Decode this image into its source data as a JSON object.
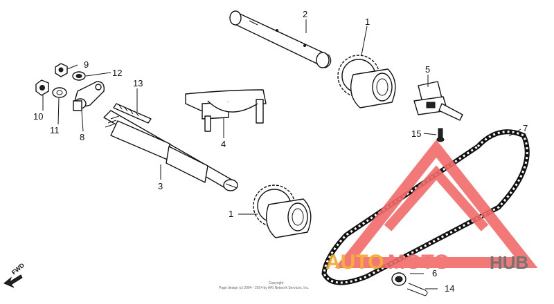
{
  "callouts": {
    "c1a": "1",
    "c1b": "1",
    "c2": "2",
    "c3": "3",
    "c4": "4",
    "c5": "5",
    "c6": "6",
    "c7": "7",
    "c8": "8",
    "c9": "9",
    "c10": "10",
    "c11": "11",
    "c12": "12",
    "c13": "13",
    "c14": "14",
    "c15": "15"
  },
  "fwd_label": "FWD",
  "copyright": {
    "line1": "Copyright",
    "line2": "Page design (c) 2004 - 2014 by ARI Network Services, Inc."
  },
  "watermark": {
    "word_auto": "AUTO",
    "word_moto": "MOTO",
    "word_hub": "HUB",
    "color_red": "#f26b6b",
    "color_orange": "#f5a623",
    "color_gray": "#666666"
  }
}
